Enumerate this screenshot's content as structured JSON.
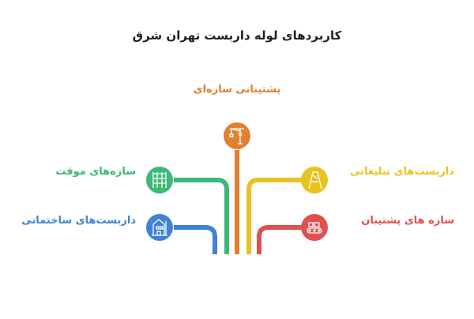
{
  "title": "کاربردهای لوله داربست تهران شرق",
  "branches": {
    "top": {
      "label": "پشتیبانی سازه‌ای",
      "color": "#E08030",
      "icon": "crane-icon"
    },
    "right_top": {
      "label": "داربست‌های تبلیغاتی",
      "color": "#E8C21F",
      "icon": "billboard-icon"
    },
    "right_bottom": {
      "label": "سازه های پشتیبان",
      "color": "#E0504F",
      "icon": "conveyor-icon"
    },
    "left_top": {
      "label": "سازه‌های موقت",
      "color": "#3CB879",
      "icon": "scaffold-tower-icon"
    },
    "left_bottom": {
      "label": "داربست‌های ساختمانی",
      "color": "#3F82D6",
      "icon": "building-scaffold-icon"
    }
  }
}
